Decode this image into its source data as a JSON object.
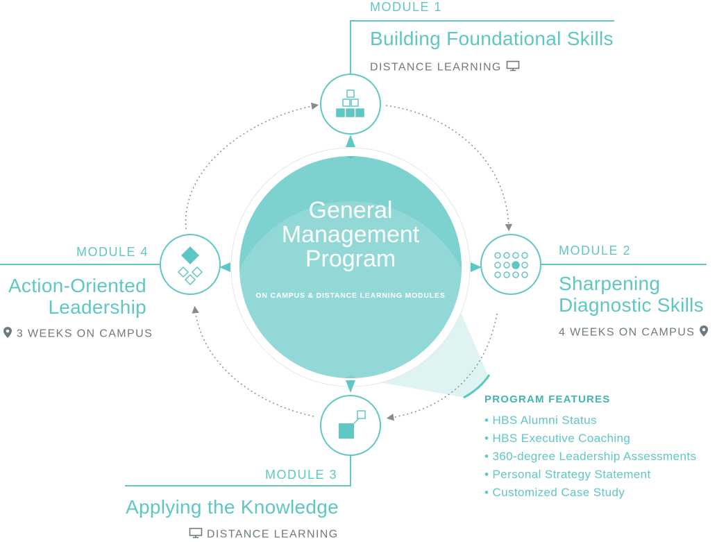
{
  "center": {
    "title": "General Management Program",
    "subtitle": "ON CAMPUS & DISTANCE LEARNING MODULES"
  },
  "modules": [
    {
      "label": "MODULE 1",
      "title": "Building Foundational Skills",
      "format": "DISTANCE LEARNING",
      "format_icon": "monitor-icon"
    },
    {
      "label": "MODULE 2",
      "title_line1": "Sharpening",
      "title_line2": "Diagnostic Skills",
      "format": "4 WEEKS ON CAMPUS",
      "format_icon": "location-pin-icon"
    },
    {
      "label": "MODULE 3",
      "title": "Applying the Knowledge",
      "format": "DISTANCE LEARNING",
      "format_icon": "monitor-icon"
    },
    {
      "label": "MODULE 4",
      "title_line1": "Action-Oriented",
      "title_line2": "Leadership",
      "format": "3 WEEKS ON CAMPUS",
      "format_icon": "location-pin-icon"
    }
  ],
  "features": {
    "heading": "PROGRAM FEATURES",
    "items": [
      "• HBS Alumni Status",
      "• HBS Executive Coaching",
      "• 360-degree Leadership Assessments",
      "• Personal Strategy Statement",
      "• Customized Case Study"
    ]
  },
  "colors": {
    "teal": "#5ec7c4",
    "teal_dark": "#43b3b0",
    "teal_light": "#a8dedc",
    "gray_text": "#6d7b80",
    "arrow_gray": "#8a8a8a"
  }
}
